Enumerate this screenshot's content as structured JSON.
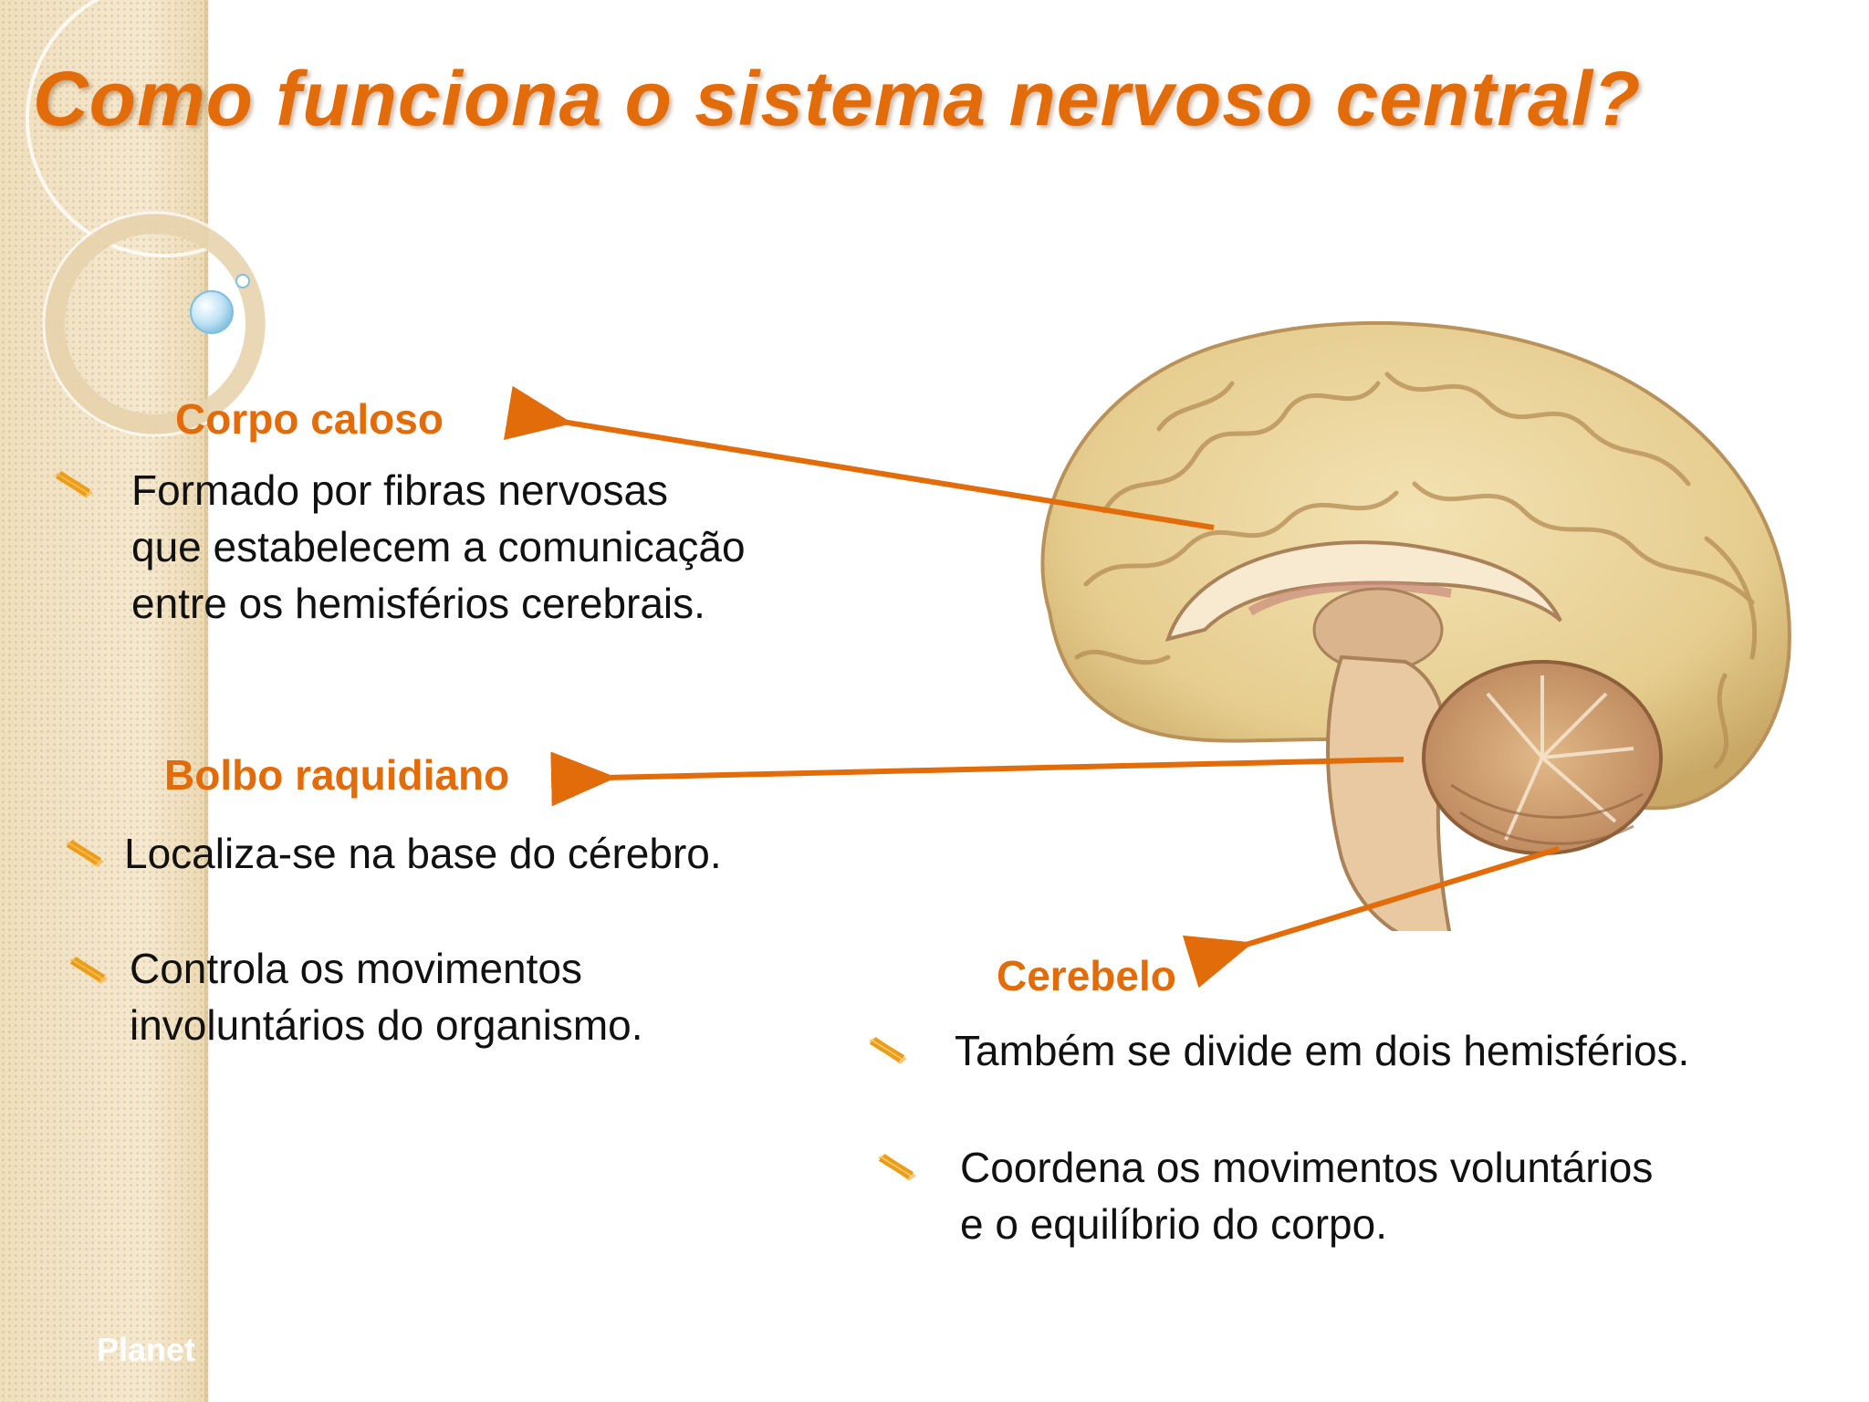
{
  "slide": {
    "title": "Como funciona o sistema nervoso central?",
    "footer": "Planet"
  },
  "sections": {
    "corpo_caloso": {
      "heading": "Corpo caloso",
      "bullets": [
        {
          "lines": [
            "Formado por fibras nervosas",
            "que estabelecem a comunicação",
            "entre os hemisférios cerebrais."
          ]
        }
      ]
    },
    "bolbo_raquidiano": {
      "heading": "Bolbo raquidiano",
      "bullets": [
        {
          "lines": [
            "Localiza-se na base do cérebro."
          ]
        },
        {
          "lines": [
            "Controla os movimentos",
            "involuntários do organismo."
          ]
        }
      ]
    },
    "cerebelo": {
      "heading": "Cerebelo",
      "bullets": [
        {
          "lines": [
            "Também se divide em dois hemisférios."
          ]
        },
        {
          "lines": [
            "Coordena os movimentos voluntários",
            "e o equilíbrio do corpo."
          ]
        }
      ]
    }
  },
  "colors": {
    "accent": "#e36c0a",
    "text": "#111111",
    "sidebar": "#f1e3c6",
    "brain": "#e8d29a"
  },
  "icons": {
    "bullet": "pencil-hand-icon"
  }
}
